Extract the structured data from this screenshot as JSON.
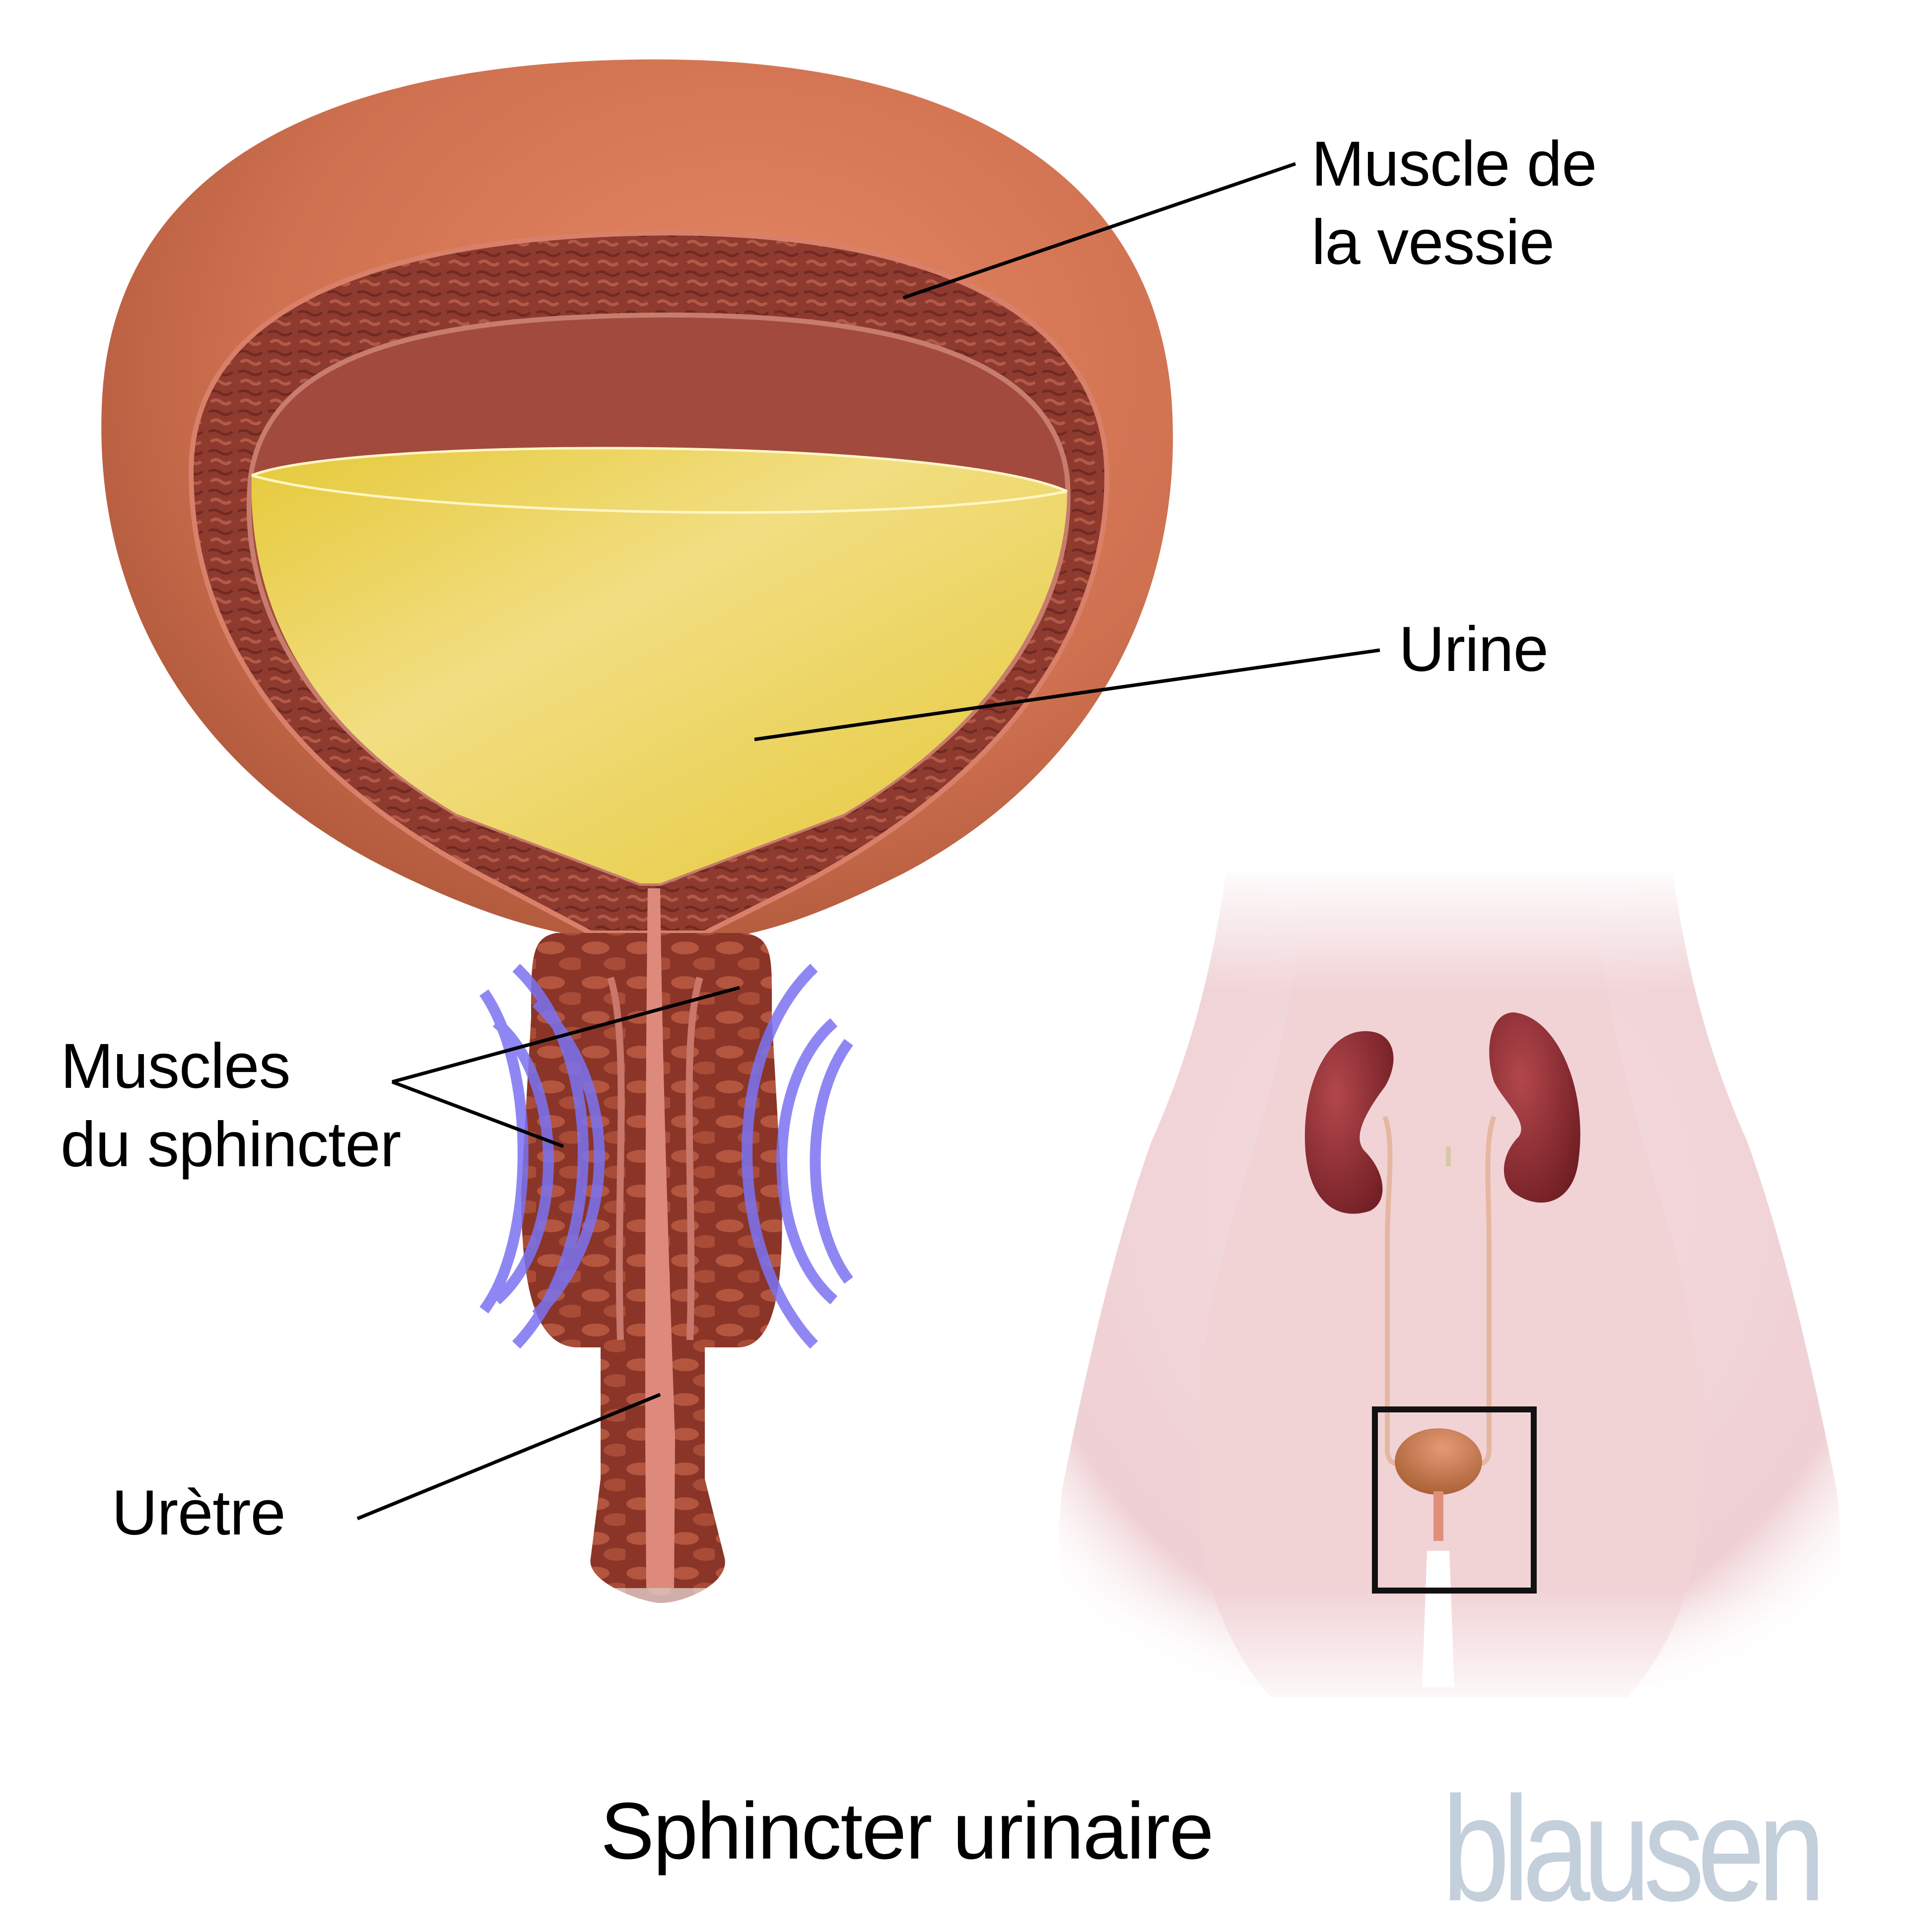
{
  "figure": {
    "title": "Sphincter urinaire",
    "brand": "blausen"
  },
  "labels": {
    "bladder_muscle": {
      "line1": "Muscle de",
      "line2": "la vessie"
    },
    "urine": "Urine",
    "sphincter_muscles": {
      "line1": "Muscles",
      "line2": "du sphincter"
    },
    "urethra": "Urètre"
  },
  "colors": {
    "bladder_outer": "#c8694a",
    "bladder_outer_light": "#e58763",
    "muscle_wall": "#8e3a2e",
    "inner_wall": "#a24a3e",
    "urine": "#ecd452",
    "urine_light": "#f4e28a",
    "urethra_lumen": "#d9877b",
    "sphincter_waves": "#7b73f2",
    "body_skin": "#f0d5d8",
    "kidney": "#8c2a30",
    "inset_box": "#111111",
    "brand_color": "#c3cfdb"
  },
  "icons": {
    "bladder-cross-section-illustration": "cutaway bladder",
    "female-torso-illustration": "human body overview with kidneys, ureters, bladder",
    "inset-highlight-box": "rectangle highlighting bladder location"
  }
}
